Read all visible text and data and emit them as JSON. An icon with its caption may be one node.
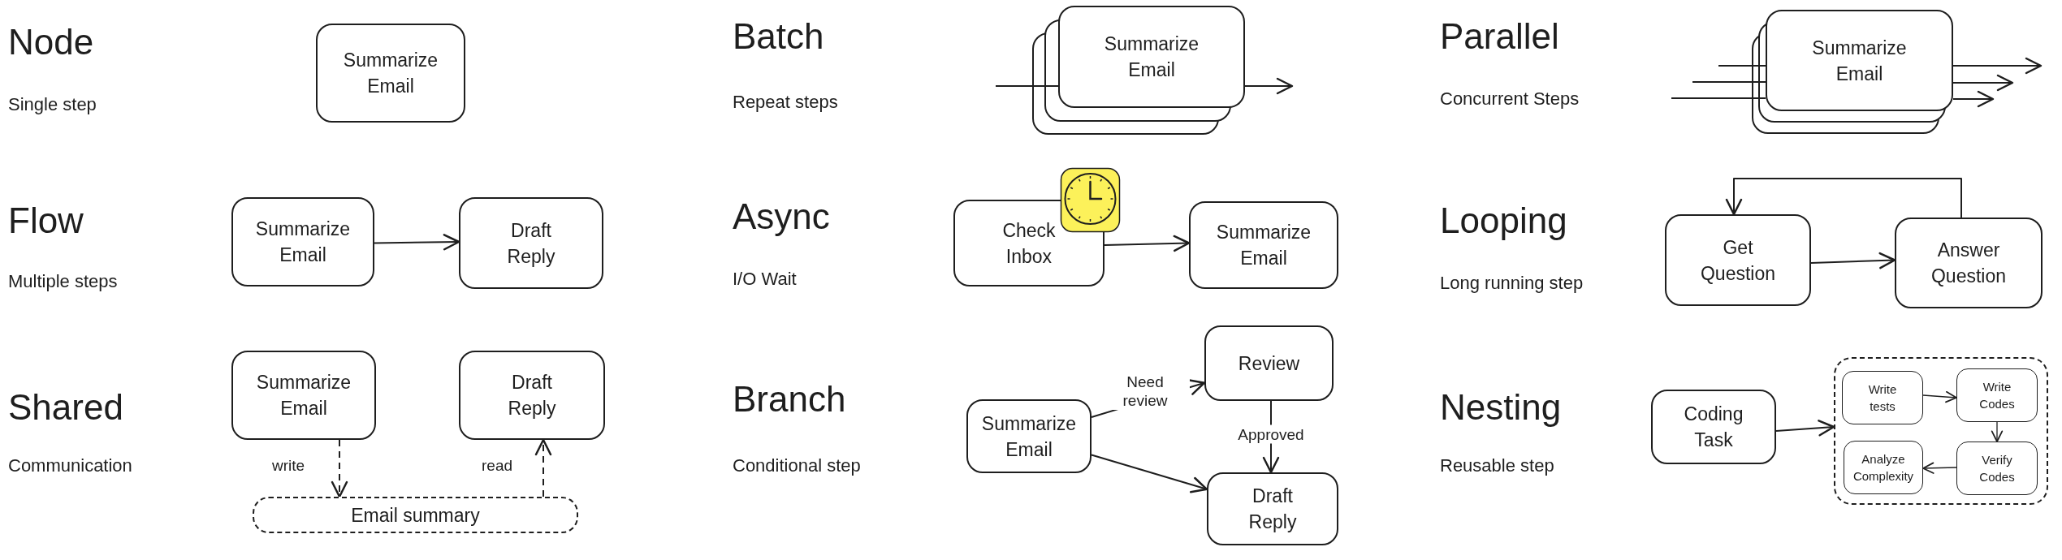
{
  "diagram": {
    "nodes": [
      {
        "text": [
          "Summarize Email"
        ]
      },
      {
        "text": [
          "Summarize Email"
        ]
      },
      {
        "text": [
          "Summarize Email"
        ]
      },
      {
        "text": [
          "Summarize Email"
        ]
      },
      {
        "text": [
          "Draft Reply"
        ]
      },
      {
        "text": [
          "Check Inbox"
        ]
      },
      {
        "text": [
          "Summarize Email"
        ]
      },
      {
        "text": [
          "Get Question"
        ]
      },
      {
        "text": [
          "Answer Question"
        ]
      },
      {
        "text": [
          "Summarize Email"
        ]
      },
      {
        "text": [
          "Draft Reply"
        ]
      },
      {
        "text": [
          "Email summary"
        ]
      },
      {
        "text": [
          "Summarize Email"
        ]
      },
      {
        "text": [
          "Review"
        ]
      },
      {
        "text": [
          "Draft Reply"
        ]
      },
      {
        "text": [
          "Coding Task"
        ]
      },
      {
        "text": [],
        "shape": "box"
      },
      {
        "text": [
          "Write tests"
        ],
        "in": 16
      },
      {
        "text": [
          "Write Codes"
        ],
        "in": 16
      },
      {
        "text": [
          "Analyze Complexity"
        ],
        "in": 16
      },
      {
        "text": [
          "Verify Codes"
        ],
        "in": 16
      }
    ],
    "edges": [
      {
        "from": null,
        "to": 1,
        "arrow": "none"
      },
      {
        "from": 1,
        "to": null,
        "arrow": "to"
      },
      {
        "from": null,
        "to": 2,
        "arrow": "none"
      },
      {
        "from": null,
        "to": 2,
        "arrow": "none"
      },
      {
        "from": null,
        "to": 2,
        "arrow": "none"
      },
      {
        "from": 2,
        "to": null,
        "arrow": "to"
      },
      {
        "from": 2,
        "to": null,
        "arrow": "to"
      },
      {
        "from": 2,
        "to": null,
        "arrow": "to"
      },
      {
        "from": 3,
        "to": 4,
        "arrow": "to"
      },
      {
        "from": 5,
        "to": 6,
        "arrow": "to"
      },
      {
        "from": 7,
        "to": 8,
        "arrow": "to"
      },
      {
        "from": 8,
        "to": 7,
        "arrow": "to"
      },
      {
        "from": 9,
        "to": 11,
        "arrow": "to",
        "label": "write",
        "style": "dashed"
      },
      {
        "from": 11,
        "to": 10,
        "arrow": "to",
        "label": "read",
        "style": "dashed"
      },
      {
        "from": 12,
        "to": 13,
        "arrow": "to",
        "label": "Need review"
      },
      {
        "from": 13,
        "to": 14,
        "arrow": "to",
        "label": "Approved"
      },
      {
        "from": 12,
        "to": 14,
        "arrow": "to"
      },
      {
        "from": 15,
        "to": 16,
        "arrow": "to"
      },
      {
        "from": 17,
        "to": 18,
        "arrow": "to"
      },
      {
        "from": 18,
        "to": 20,
        "arrow": "to"
      },
      {
        "from": 20,
        "to": 19,
        "arrow": "to"
      }
    ],
    "labels": [
      "Node",
      "Single step",
      "Batch",
      "Repeat steps",
      "Parallel",
      "Concurrent Steps",
      "Flow",
      "Multiple steps",
      "Async",
      "I/O Wait",
      "Looping",
      "Long running step",
      "Shared",
      "Communication",
      "Branch",
      "Conditional step",
      "Nesting",
      "Reusable step"
    ]
  }
}
